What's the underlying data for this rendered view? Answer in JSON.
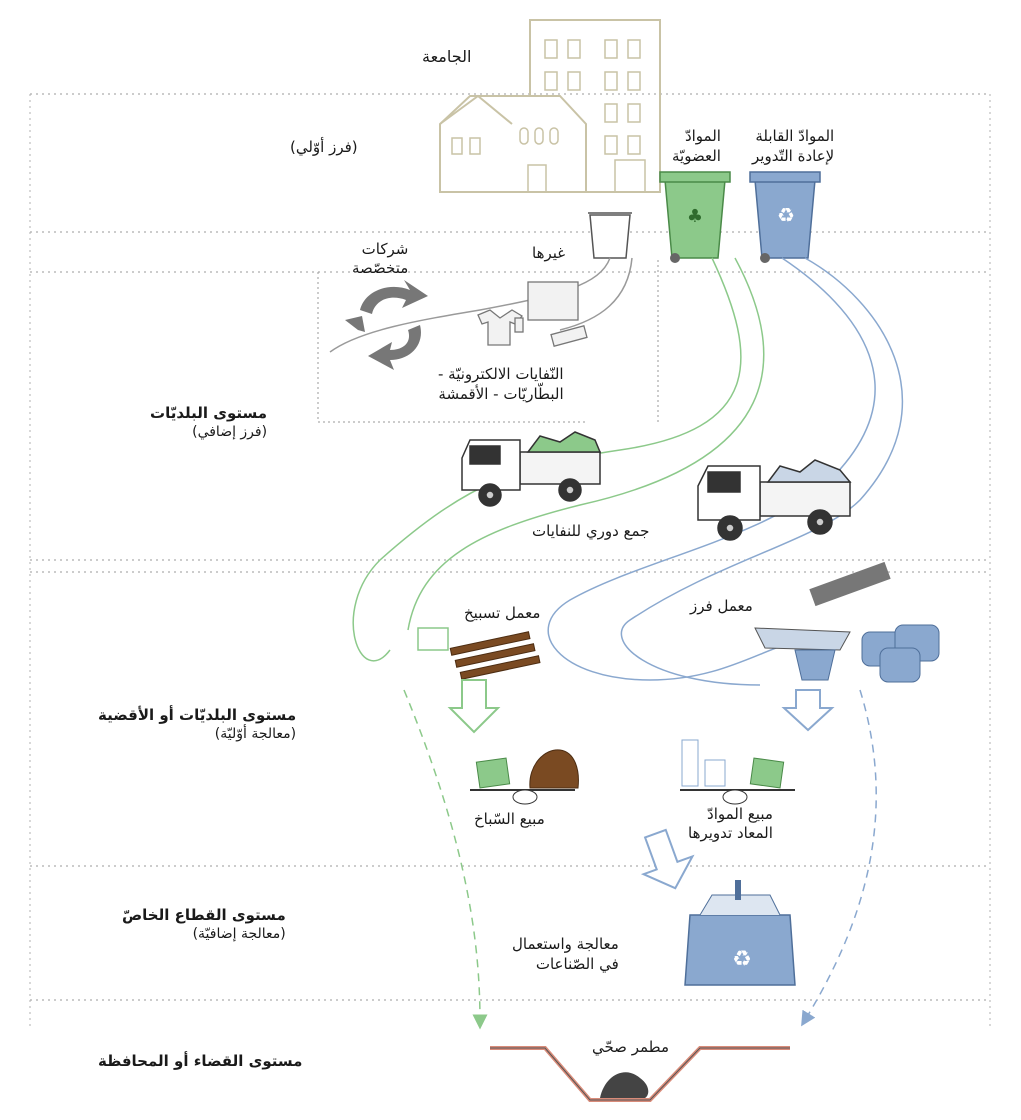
{
  "university": "الجامعة",
  "primary_sort": "(فرز أوّلي)",
  "bins": {
    "recyclable": [
      "الموادّ القابلة",
      "لإعادة التّدوير"
    ],
    "organic": [
      "الموادّ",
      "العضويّة"
    ]
  },
  "others": "غيرها",
  "specialized_companies": [
    "شركات",
    "متخصّصة"
  ],
  "special_waste": [
    "النّفايات الالكترونيّة -",
    "البطّاريّات - الأقمشة"
  ],
  "levels": {
    "municipalities": {
      "title": "مستوى البلديّات",
      "sub": "(فرز إضافي)"
    },
    "municipalities_districts": {
      "title": "مستوى البلديّات أو الأقضية",
      "sub": "(معالجة أوّليّة)"
    },
    "private_sector": {
      "title": "مستوى القطاع الخاصّ",
      "sub": "(معالجة إضافيّة)"
    },
    "district_governorate": {
      "title": "مستوى القضاء أو المحافظة"
    }
  },
  "periodic_collection": "جمع دوري للنفايات",
  "composting_plant": "معمل تسبيخ",
  "sorting_plant": "معمل فرز",
  "compost_sale": "مبيع السّباخ",
  "recycled_sale": [
    "مبيع الموادّ",
    "المعاد تدويرها"
  ],
  "industry_processing": [
    "معالجة واستعمال",
    "في الصّناعات"
  ],
  "sanitary_landfill": "مطمر صحّي",
  "colors": {
    "green": "#8cc98a",
    "blue": "#8aa8cf",
    "grey": "#9a9a9a",
    "building": "#c9c3a6",
    "divider": "#9a9a9a"
  }
}
